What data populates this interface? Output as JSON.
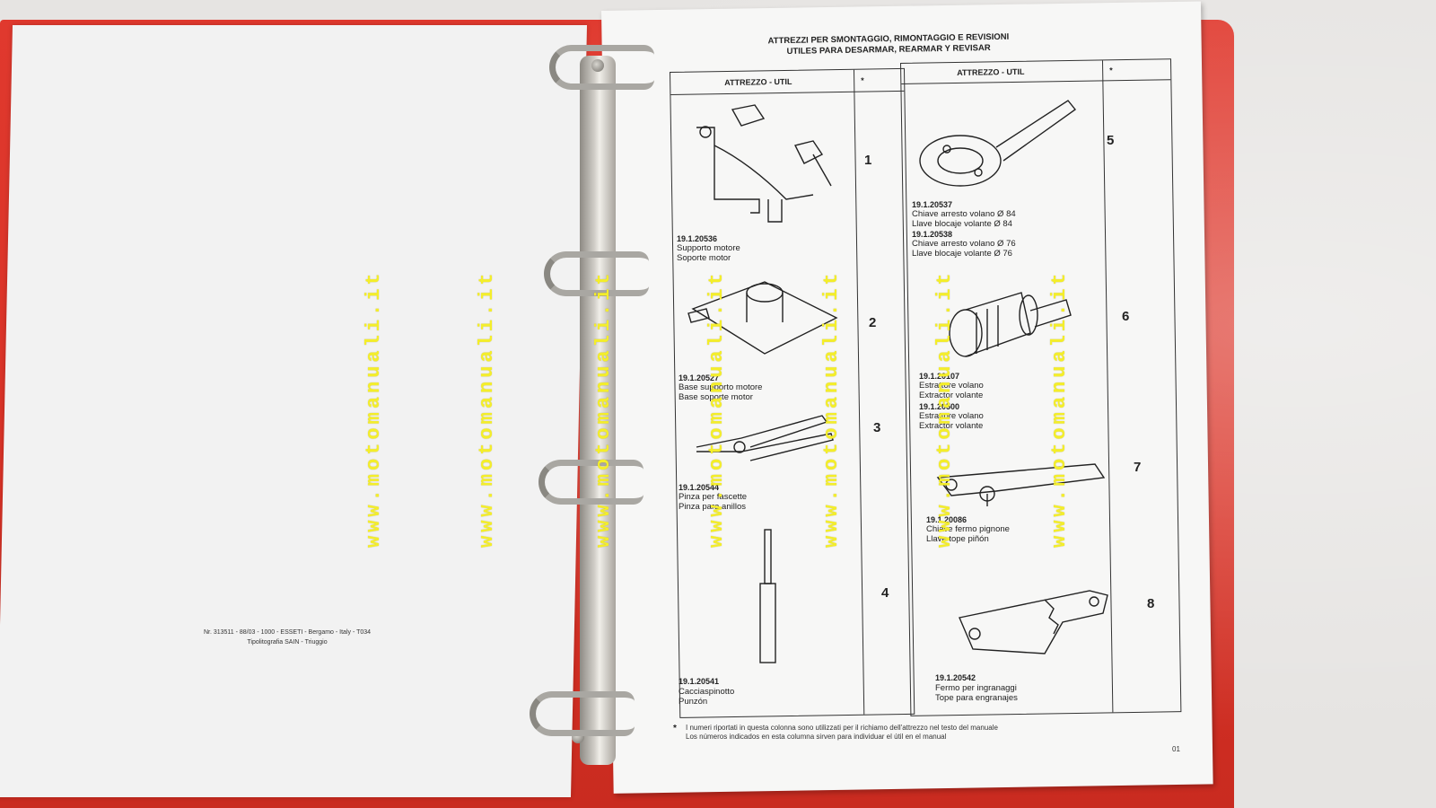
{
  "page": {
    "heading_it": "ATTREZZI PER SMONTAGGIO, RIMONTAGGIO E REVISIONI",
    "heading_es": "UTILES PARA DESARMAR, REARMAR Y REVISAR",
    "col_left_header": "ATTREZZO - UTIL",
    "col_right_header": "ATTREZZO - UTIL",
    "star_header": "*",
    "footnote_star": "*",
    "footnote_it": "I numeri riportati in questa colonna sono utilizzati per il richiamo dell'attrezzo nel testo del manuale",
    "footnote_es": "Los números indicados en esta columna sirven para individuar el útil en el manual",
    "page_number": "01"
  },
  "left_page": {
    "imprint_line1": "Nr. 313511 - 88/03 - 1000 - ESSETI - Bergamo - Italy - T034",
    "imprint_line2": "Tipolitografia SAIN - Triuggio"
  },
  "tools": [
    {
      "num": "1",
      "code": "19.1.20536",
      "desc": "Supporto motore\nSoporte motor"
    },
    {
      "num": "2",
      "code": "19.1.20527",
      "desc": "Base supporto motore\nBase soporte motor"
    },
    {
      "num": "3",
      "code": "19.1.20544",
      "desc": "Pinza per fascette\nPinza para anillos"
    },
    {
      "num": "4",
      "code": "19.1.20541",
      "desc": "Cacciaspinotto\nPunzón"
    },
    {
      "num": "5",
      "code": "19.1.20537",
      "desc": "Chiave arresto volano Ø 84\nLlave blocaje volante Ø 84",
      "code2": "19.1.20538",
      "desc2": "Chiave arresto volano Ø 76\nLlave blocaje volante Ø 76"
    },
    {
      "num": "6",
      "code": "19.1.20107",
      "desc": "Estrattore volano\nExtractor volante",
      "code2": "19.1.20500",
      "desc2": "Estrattore volano\nExtractor volante"
    },
    {
      "num": "7",
      "code": "19.1.20086",
      "desc": "Chiave fermo pignone\nLlave tope piñón"
    },
    {
      "num": "8",
      "code": "19.1.20542",
      "desc": "Fermo per ingranaggi\nTope para engranajes"
    }
  ],
  "watermark": "www.motomanuali.it",
  "colors": {
    "binder_red": "#d93226",
    "watermark_yellow": "#f4ee2a",
    "paper": "#f7f7f6"
  }
}
